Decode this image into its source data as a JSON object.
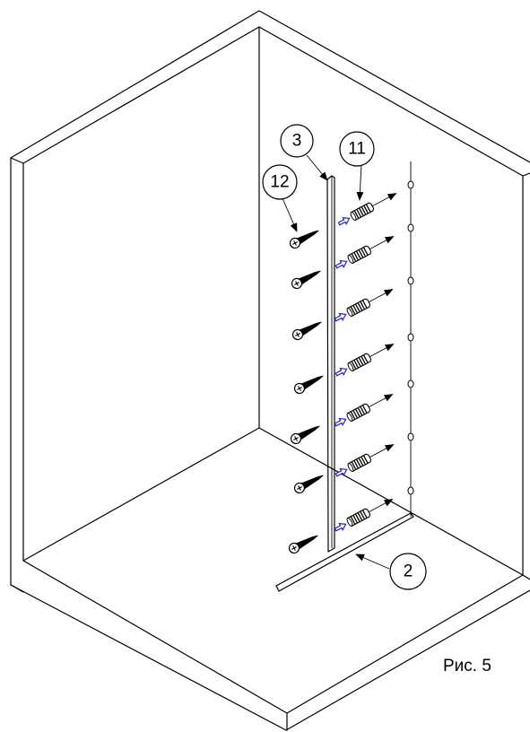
{
  "callouts": {
    "label_3": "3",
    "label_11": "11",
    "label_12": "12",
    "label_2": "2"
  },
  "caption": "Рис. 5",
  "colors": {
    "line": "#000000",
    "accent_arrow": "#2222cc",
    "background": "#ffffff"
  }
}
